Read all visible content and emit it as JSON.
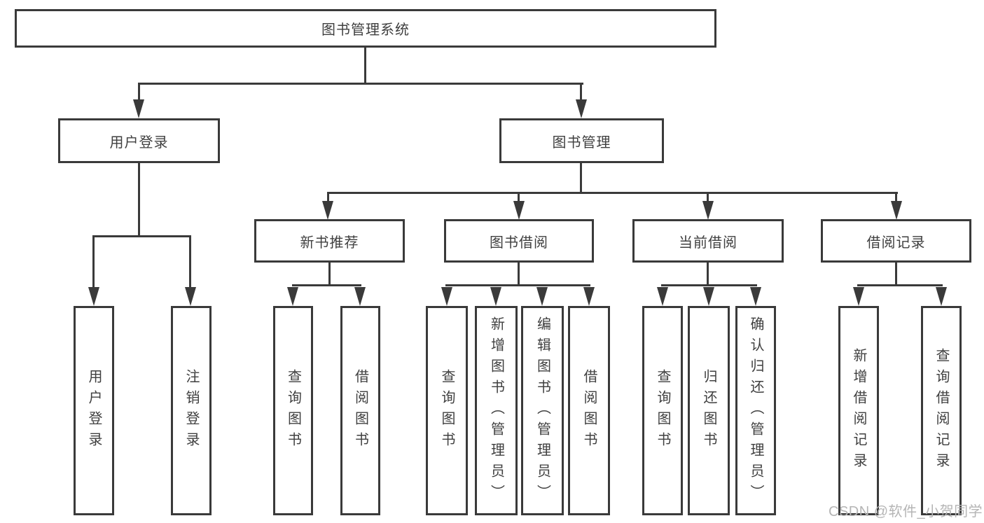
{
  "colors": {
    "line": "#3a3a3a",
    "text": "#3f3f3f",
    "watermark_color": "#b5b5b5",
    "background": "#ffffff"
  },
  "watermark": "CSDN @软件_小贺同学",
  "tree": {
    "label": "图书管理系统",
    "children": [
      {
        "label": "用户登录",
        "children": [
          {
            "label": "用户登录"
          },
          {
            "label": "注销登录"
          }
        ]
      },
      {
        "label": "图书管理",
        "children": [
          {
            "label": "新书推荐",
            "children": [
              {
                "label": "查询图书"
              },
              {
                "label": "借阅图书"
              }
            ]
          },
          {
            "label": "图书借阅",
            "children": [
              {
                "label": "查询图书"
              },
              {
                "label": "新增图书（管理员）"
              },
              {
                "label": "编辑图书（管理员）"
              },
              {
                "label": "借阅图书"
              }
            ]
          },
          {
            "label": "当前借阅",
            "children": [
              {
                "label": "查询图书"
              },
              {
                "label": "归还图书"
              },
              {
                "label": "确认归还（管理员）"
              }
            ]
          },
          {
            "label": "借阅记录",
            "children": [
              {
                "label": "新增借阅记录"
              },
              {
                "label": "查询借阅记录"
              }
            ]
          }
        ]
      }
    ]
  }
}
